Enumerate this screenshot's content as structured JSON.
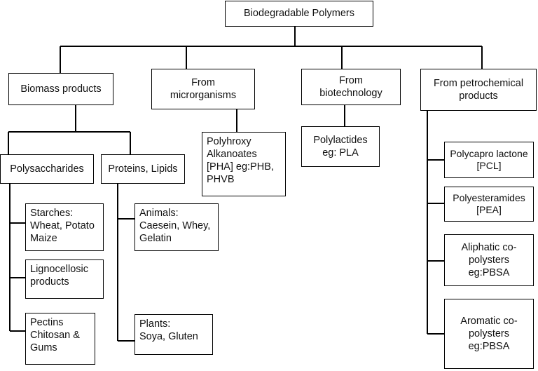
{
  "diagram": {
    "root": "Biodegradable Polymers",
    "categories": {
      "biomass": "Biomass products",
      "microorganisms": "From\nmicrorganisms",
      "biotechnology": "From\nbiotechnology",
      "petrochemical": "From petrochemical\nproducts"
    },
    "biomass": {
      "polysaccharides": "Polysaccharides",
      "proteins": "Proteins, Lipids",
      "starches": "Starches:\nWheat, Potato\nMaize",
      "lignocellosic": "Lignocellosic\nproducts",
      "pectins": "Pectins\nChitosan &\nGums",
      "animals": "Animals:\nCaesein, Whey,\nGelatin",
      "plants": "Plants:\nSoya, Gluten"
    },
    "microorganisms_items": {
      "pha": "Polyhroxy\nAlkanoates\n[PHA] eg:PHB,\nPHVB"
    },
    "biotechnology_items": {
      "pla": "Polylactides\neg: PLA"
    },
    "petrochemical_items": {
      "pcl": "Polycapro lactone\n[PCL]",
      "pea": "Polyesteramides\n[PEA]",
      "aliphatic": "Aliphatic co-\npolysters\neg:PBSA",
      "aromatic": "Aromatic co-\npolysters\neg:PBSA"
    }
  }
}
